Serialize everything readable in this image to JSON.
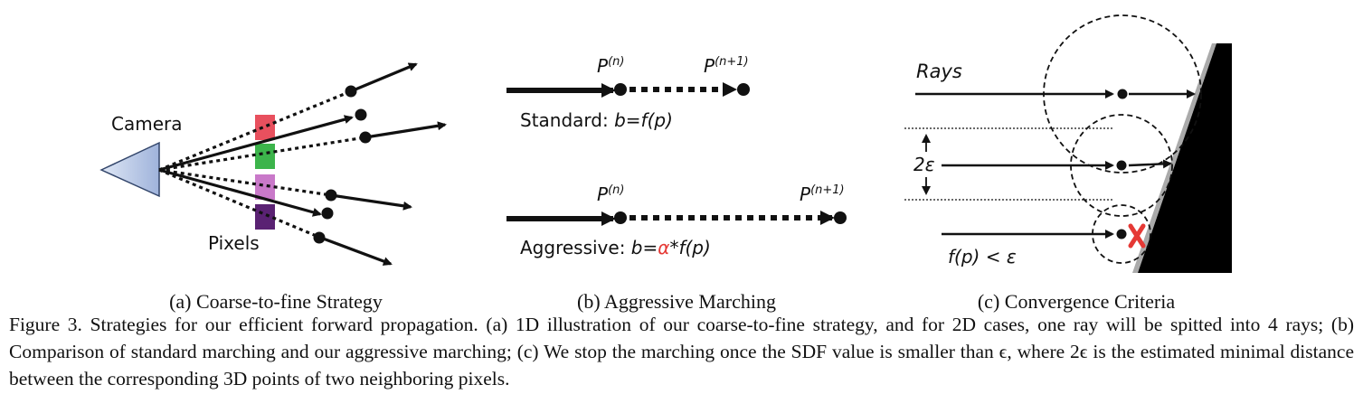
{
  "panel_a": {
    "camera_label": "Camera",
    "pixels_label": "Pixels",
    "caption": "(a) Coarse-to-fine Strategy",
    "pixel_colors": [
      "#e8505e",
      "#3cb44b",
      "#c979c9",
      "#5a2273"
    ],
    "camera_color": "#b9c9e6"
  },
  "panel_b": {
    "standard": {
      "p_n": "P",
      "p_n_sup": "(n)",
      "p_n1": "P",
      "p_n1_sup": "(n+1)",
      "label_prefix": "Standard: ",
      "formula": "b=f(p)"
    },
    "aggressive": {
      "p_n": "P",
      "p_n_sup": "(n)",
      "p_n1": "P",
      "p_n1_sup": "(n+1)",
      "label_prefix": "Aggressive: ",
      "formula_pre": "b=",
      "alpha": "α",
      "formula_post": "*f(p)"
    },
    "caption": "(b) Aggressive Marching",
    "alpha_color": "#e53935"
  },
  "panel_c": {
    "rays_label": "Rays",
    "epsilon_label": "2ε",
    "criterion_label": "f(p) < ε",
    "caption": "(c) Convergence Criteria",
    "stop_color": "#e53935"
  },
  "caption": {
    "lead": "Figure 3. Strategies for our efficient forward propagation.",
    "text": " (a) 1D illustration of our coarse-to-fine strategy, and for 2D cases, one ray will be spitted into 4 rays; (b) Comparison of standard marching and our aggressive marching; (c) We stop the marching once the SDF value is smaller than ϵ, where 2ϵ is the estimated minimal distance between the corresponding 3D points of two neighboring pixels."
  }
}
